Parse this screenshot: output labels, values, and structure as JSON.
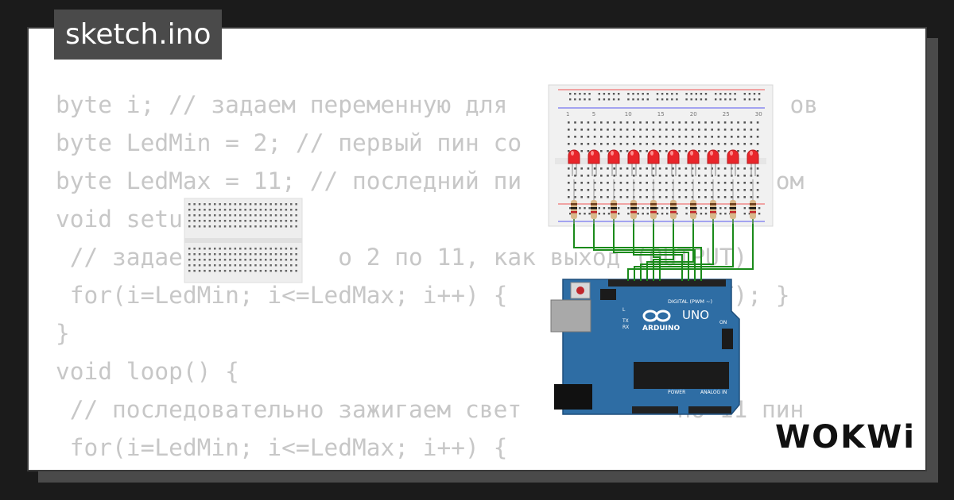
{
  "file": {
    "name": "sketch.ino"
  },
  "code_lines": [
    "byte i; // задаем переменную для                    ов",
    "byte LedMin = 2; // первый пин со",
    "byte LedMax = 11; // последний пи                  ом",
    "void setu",
    " // задае           о 2 по 11, как выход (OUTPUT)",
    " for(i=LedMin; i<=LedMax; i++) {          OUTPUT); }",
    "}",
    "void loop() {",
    " // последовательно зажигаем свет           по 11 пин",
    " for(i=LedMin; i<=LedMax; i++) {"
  ],
  "board": {
    "brand_label": "ARDUINO",
    "model_label": "UNO",
    "header_label": "DIGITAL (PWM ~)",
    "power_label": "POWER",
    "analog_label": "ANALOG IN",
    "on_label": "ON",
    "tx_label": "TX",
    "rx_label": "RX",
    "l_label": "L"
  },
  "breadboard": {
    "column_numbers": [
      "1",
      "5",
      "10",
      "15",
      "20",
      "25",
      "30"
    ]
  },
  "logo": {
    "text": "WOKWi"
  },
  "colors": {
    "board_blue": "#2e6da4",
    "led_red": "#e8262b",
    "wire_green": "#1a8a1a",
    "code_gray": "#c7c7c7",
    "tab_bg": "#4a4a4a"
  }
}
